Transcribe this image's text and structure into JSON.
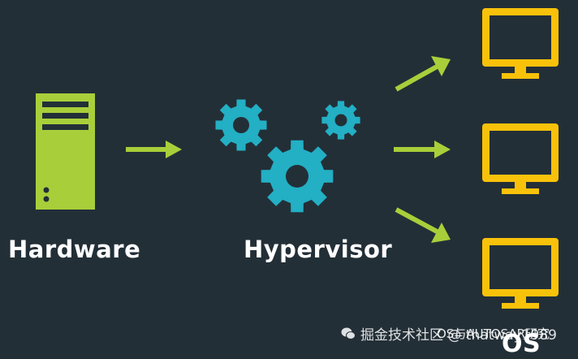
{
  "labels": {
    "hardware": "Hardware",
    "hypervisor": "Hypervisor",
    "os": "OS"
  },
  "watermark": {
    "text": "掘金技术社区 @ thatway1989",
    "overlay_text": "OS与AUTOSAR研究"
  },
  "colors": {
    "background": "#232f37",
    "hardware": "#a8cf3a",
    "arrows": "#a8cf3a",
    "gears": "#23afc4",
    "monitors": "#f9c20a",
    "text": "#ffffff"
  },
  "icons": [
    "server-icon",
    "gear-icon",
    "monitor-icon",
    "arrow-right-icon",
    "wechat-icon"
  ]
}
